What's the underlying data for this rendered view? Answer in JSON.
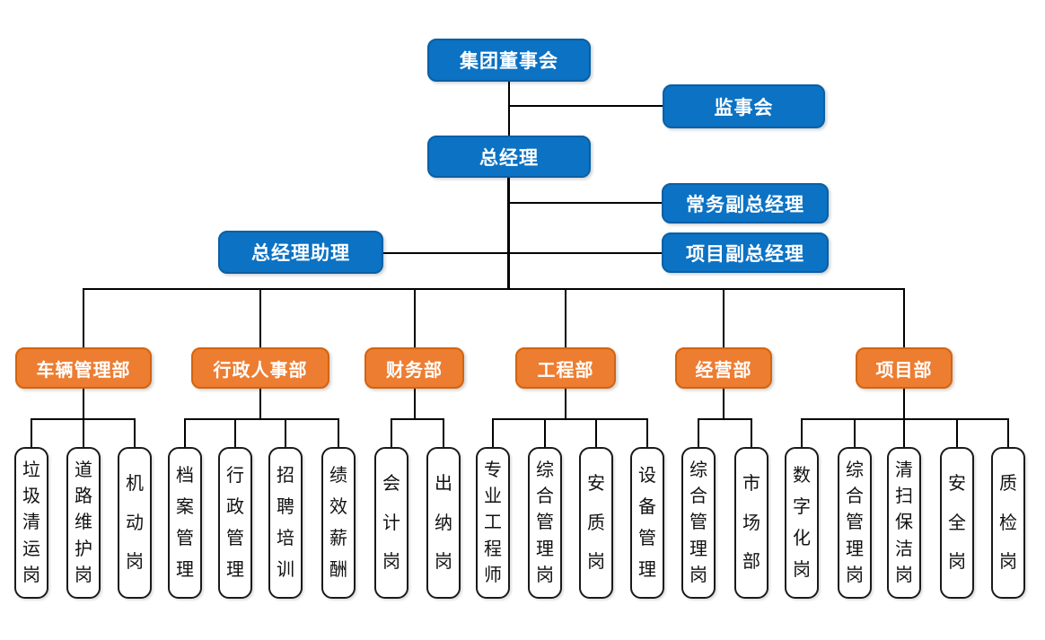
{
  "org": {
    "type": "org-chart",
    "board": {
      "label": "集团董事会"
    },
    "supervisory": {
      "label": "监事会"
    },
    "gm": {
      "label": "总经理"
    },
    "exec_deputy_gm": {
      "label": "常务副总经理"
    },
    "project_deputy_gm": {
      "label": "项目副总经理"
    },
    "gm_assistant": {
      "label": "总经理助理"
    },
    "departments": [
      {
        "label": "车辆管理部",
        "positions": [
          "垃圾清运岗",
          "道路维护岗",
          "机动岗"
        ]
      },
      {
        "label": "行政人事部",
        "positions": [
          "档案管理",
          "行政管理",
          "招聘培训",
          "绩效薪酬"
        ]
      },
      {
        "label": "财务部",
        "positions": [
          "会计岗",
          "出纳岗"
        ]
      },
      {
        "label": "工程部",
        "positions": [
          "专业工程师",
          "综合管理岗",
          "安质岗",
          "设备管理"
        ]
      },
      {
        "label": "经营部",
        "positions": [
          "综合管理岗",
          "市场部"
        ]
      },
      {
        "label": "项目部",
        "positions": [
          "数字化岗",
          "综合管理岗",
          "清扫保洁岗",
          "安全岗",
          "质检岗"
        ]
      }
    ],
    "colors": {
      "executive_fill": "#0B72C4",
      "executive_border": "#0A5FA6",
      "department_fill": "#ED7D31",
      "department_border": "#D2640F",
      "position_fill": "#FFFFFF",
      "position_border": "#1A1A1A",
      "connector": "#000000",
      "text_on_fill": "#FFFFFF",
      "text_on_white": "#111111"
    }
  }
}
